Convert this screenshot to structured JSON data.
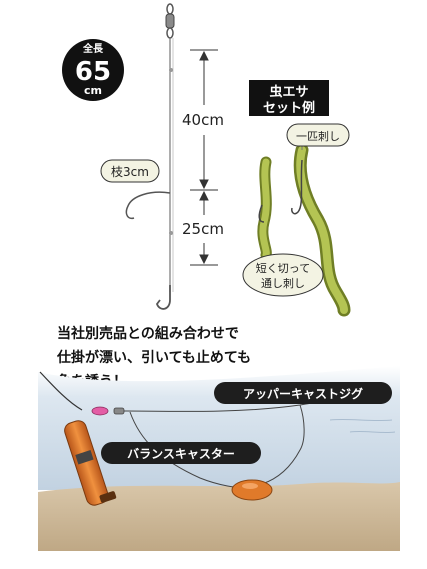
{
  "badge": {
    "label_top": "全長",
    "value": "65",
    "unit": "cm"
  },
  "dimensions": {
    "upper": "40cm",
    "lower": "25cm",
    "branch": "枝3cm"
  },
  "bait_example": {
    "title_line1": "虫エサ",
    "title_line2": "セット例",
    "whole_worm": "一匹刺し",
    "cut_line1": "短く切って",
    "cut_line2": "通し刺し"
  },
  "headline": {
    "line1": "当社別売品との組み合わせで",
    "line2": "仕掛が漂い、引いても止めても",
    "line3": "魚を誘う！"
  },
  "products": {
    "upper_jig": "アッパーキャストジグ",
    "balance_caster": "バランスキャスター"
  },
  "colors": {
    "worm": "#a9b94a",
    "worm_dark": "#6f7e25",
    "water": "#c6d6e4",
    "sand": "#cbb79a",
    "sinker": "#e07a2a",
    "bead_pink": "#e35da5",
    "float_orange": "#e8772a"
  }
}
